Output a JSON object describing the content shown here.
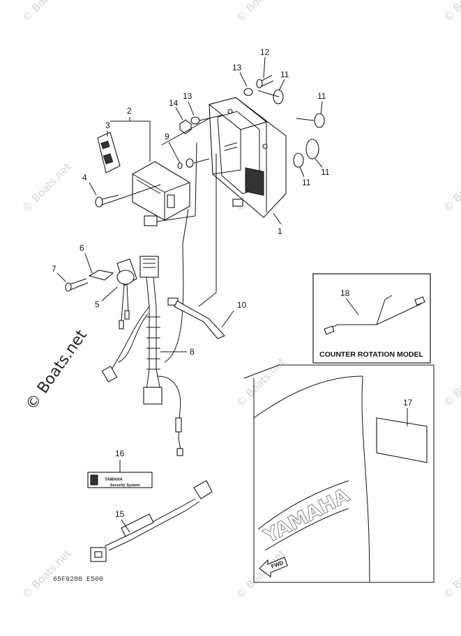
{
  "diagram": {
    "callouts": [
      {
        "id": "c1",
        "num": "1"
      },
      {
        "id": "c2",
        "num": "2"
      },
      {
        "id": "c3",
        "num": "3"
      },
      {
        "id": "c4",
        "num": "4"
      },
      {
        "id": "c5",
        "num": "5"
      },
      {
        "id": "c6",
        "num": "6"
      },
      {
        "id": "c7",
        "num": "7"
      },
      {
        "id": "c8",
        "num": "8"
      },
      {
        "id": "c9",
        "num": "9"
      },
      {
        "id": "c10",
        "num": "10"
      },
      {
        "id": "c11a",
        "num": "11"
      },
      {
        "id": "c11b",
        "num": "11"
      },
      {
        "id": "c11c",
        "num": "11"
      },
      {
        "id": "c11d",
        "num": "11"
      },
      {
        "id": "c12",
        "num": "12"
      },
      {
        "id": "c13a",
        "num": "13"
      },
      {
        "id": "c13b",
        "num": "13"
      },
      {
        "id": "c14",
        "num": "14"
      },
      {
        "id": "c15",
        "num": "15"
      },
      {
        "id": "c16",
        "num": "16"
      },
      {
        "id": "c17",
        "num": "17"
      },
      {
        "id": "c18",
        "num": "18"
      }
    ],
    "inset_label": "COUNTER ROTATION MODEL",
    "decal_brand": "YAMAHA",
    "decal_text": "Security System",
    "cowl_brand": "YAMAHA",
    "fwd_label": "FWD",
    "drawing_code": "65F9200 E500",
    "watermark_small": "© Boats.net",
    "watermark_big": "© Boats.net"
  }
}
